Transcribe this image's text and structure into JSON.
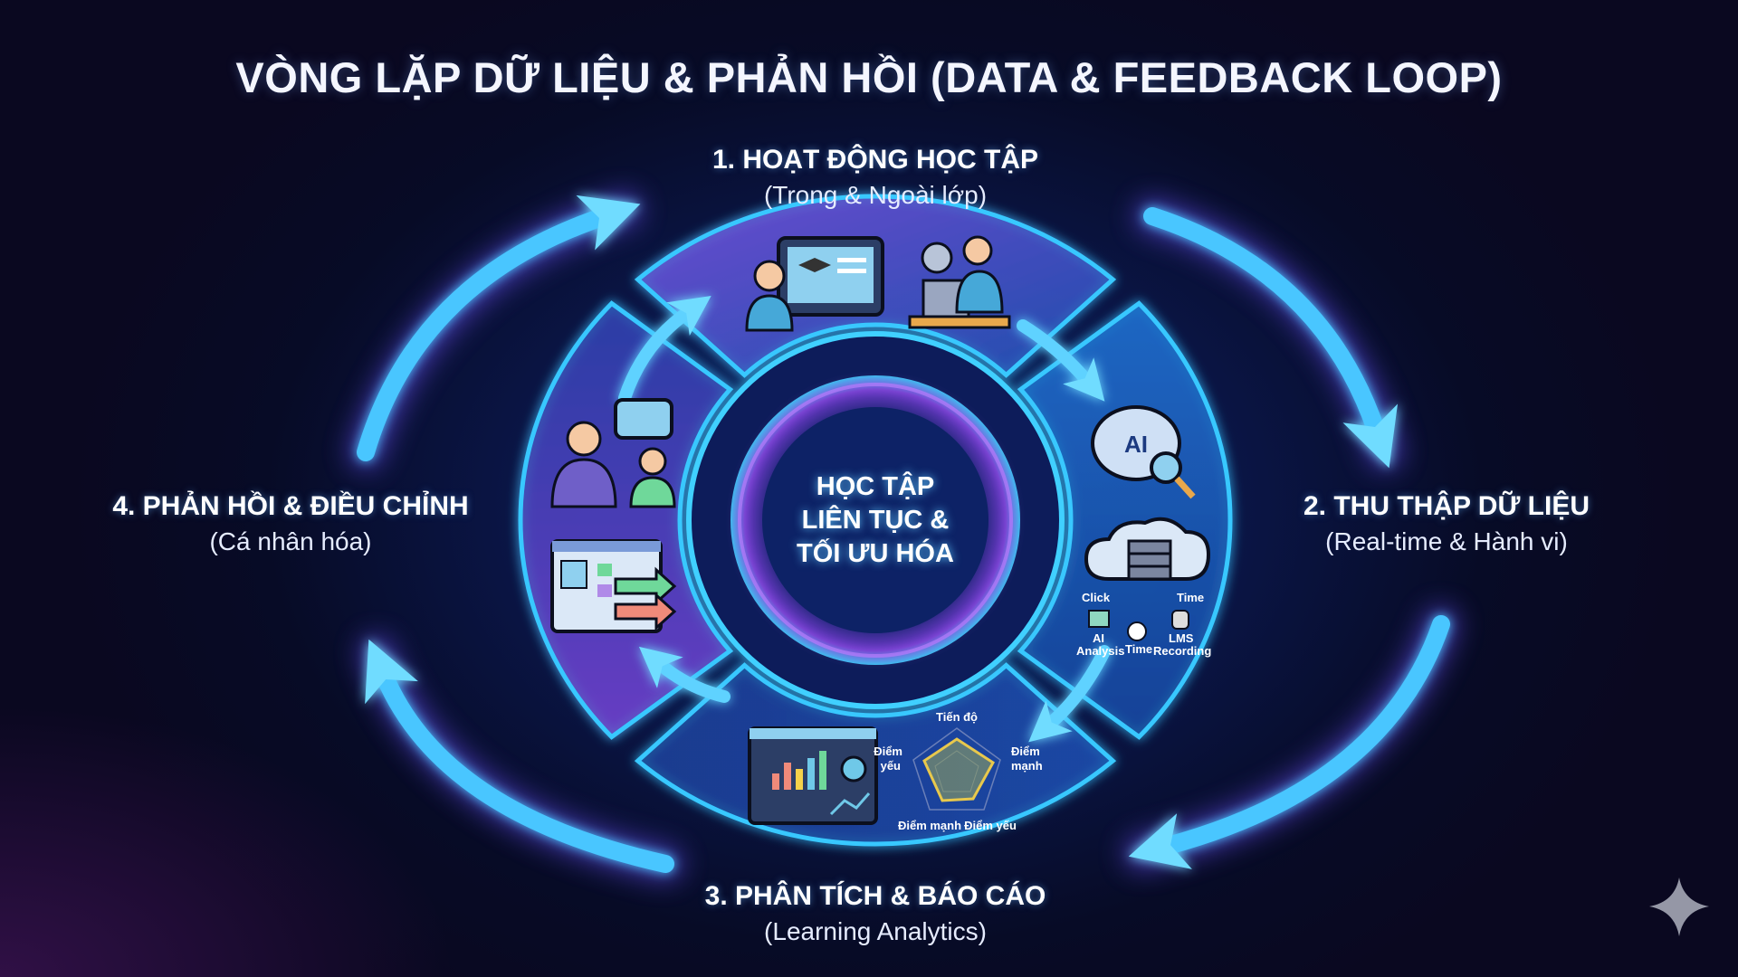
{
  "title": "VÒNG LẶP DỮ LIỆU & PHẢN HỒI (DATA & FEEDBACK LOOP)",
  "center": {
    "lines": [
      "HỌC TẬP",
      "LIÊN TỤC &",
      "TỐI ƯU HÓA"
    ]
  },
  "stages": [
    {
      "heading": "1. HOẠT ĐỘNG HỌC TẬP",
      "sub": "(Trong & Ngoài lớp)"
    },
    {
      "heading": "2. THU THẬP DỮ LIỆU",
      "sub": "(Real-time & Hành vi)"
    },
    {
      "heading": "3. PHÂN TÍCH & BÁO CÁO",
      "sub": "(Learning Analytics)"
    },
    {
      "heading": "4. PHẢN HỒI & ĐIỀU CHỈNH",
      "sub": "(Cá nhân hóa)"
    }
  ],
  "icons": {
    "brain_label": "AI",
    "data_collection": {
      "click": "Click",
      "time_top": "Time",
      "ai": [
        "AI",
        "Analysis"
      ],
      "time": "Time",
      "lms": [
        "LMS",
        "Recording"
      ]
    },
    "radar": {
      "axes": [
        "Tiến độ",
        "Điểm mạnh",
        "Điểm yếu",
        "Điểm mạnh",
        "Điểm yếu"
      ],
      "axis_lines": [
        [
          "Điểm",
          "mạnh"
        ],
        [
          "Điểm",
          "yếu"
        ]
      ]
    }
  },
  "colors": {
    "accent": "#37c8ff",
    "ring": "#2aa8f0",
    "purple": "#8a5cf0",
    "background": "#070b24"
  }
}
